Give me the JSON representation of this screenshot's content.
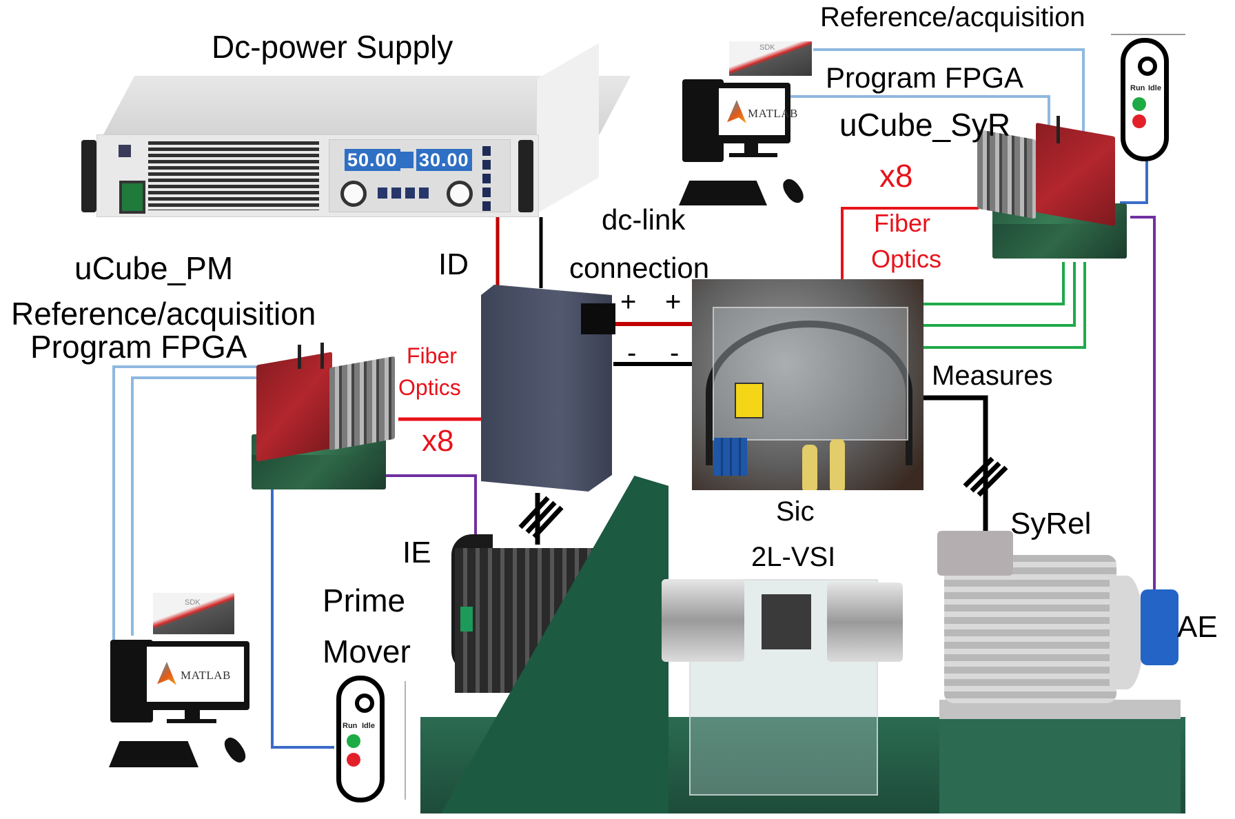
{
  "diagram": {
    "type": "experimental-test-bench-setup",
    "labels": {
      "dc_power_supply": "Dc-power Supply",
      "ucube_pm": "uCube_PM",
      "ref_acq_left": "Reference/acquisition",
      "program_fpga_left": "Program FPGA",
      "id": "ID",
      "dc_link_line1": "dc-link",
      "dc_link_line2": "connection",
      "plus_1": "+",
      "plus_2": "+",
      "minus_1": "-",
      "minus_2": "-",
      "fiber_left_1": "Fiber",
      "fiber_left_2": "Optics",
      "x8_left": "x8",
      "ref_acq_right": "Reference/acquisition",
      "program_fpga_right": "Program FPGA",
      "ucube_syr": "uCube_SyR",
      "x8_right": "x8",
      "fiber_right_1": "Fiber",
      "fiber_right_2": "Optics",
      "measures": "Measures",
      "sic_line1": "Sic",
      "sic_line2": "2L-VSI",
      "syrel": "SyRel",
      "ie": "IE",
      "prime_line1": "Prime",
      "prime_line2": "Mover",
      "ae": "AE"
    },
    "power_supply": {
      "display_left": "50.00",
      "display_right": "30.00"
    },
    "computers": {
      "screen_text": "MATLAB",
      "sdk_text": "SDK"
    },
    "remote": {
      "run_label": "Run",
      "idle_label": "Idle"
    },
    "colors": {
      "fiber_optics": "#e8121a",
      "dc_positive": "#c00000",
      "dc_negative": "#000000",
      "reference_link": "#8fb8e0",
      "program_link": "#8fb8e0",
      "remote_link": "#3a6cc8",
      "encoder_link": "#7030a0",
      "measures_link": "#1faa4a",
      "power_cable": "#000000"
    }
  }
}
